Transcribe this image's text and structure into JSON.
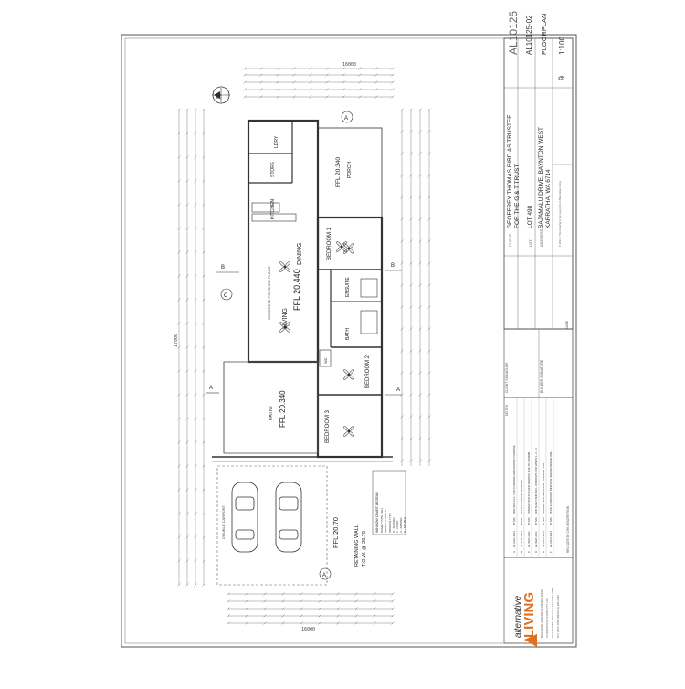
{
  "title_block": {
    "drawing_no": "AL10125",
    "client_label": "CLIENT",
    "client": [
      "GEOFFREY THOMAS BIRD AS TRUSTEE",
      "FOR THE G & T TRUST"
    ],
    "lot_label": "LOT",
    "lot": "LOT 498",
    "address_label": "ADDRESS",
    "address": [
      "BAJAMALU DRIVE, BAYNTON WEST",
      "KARRATHA, WA 6714"
    ],
    "job_no": "AL10125-02",
    "sheet_title": "FLOORPLAN",
    "scale": "1:100",
    "rev": "9",
    "client_signature_label": "CLIENT SIGNATURE",
    "builder_signature_label": "BUILDER SIGNATURE",
    "date_label": "DATE",
    "disclaimer": "© 2011 - This drawing is the copyright of Alternative Living",
    "notes_label": "NOTES"
  },
  "revisions": {
    "headers": [
      "REV",
      "DATE",
      "BY",
      "CHK",
      "DESCRIPTION"
    ],
    "rows": [
      [
        "A",
        "11-AUG-2011",
        "JP",
        "MA",
        "ADD NEW F.F.L. FOR PLANNING APPLICATION PURPOSE"
      ],
      [
        "B",
        "30-AUG-2011",
        "JP",
        "MA",
        "CLIENT GENERAL REVISION"
      ],
      [
        "C",
        "21-SEP-2011",
        "JP",
        "MA",
        "CORRECTION KITCHEN WINDOW SIZE TO 2000MM"
      ],
      [
        "D",
        "29-SEP-2011",
        "JP",
        "MA",
        "ADD SHEET AND INCL. WINDOWS FOR WINDS 1, 2 & 3"
      ],
      [
        "E",
        "05-NOV-2011",
        "JP",
        "MA",
        "CORRECTION BEDROOM 3 WINDOW SIZE"
      ],
      [
        "F",
        "23-NOV-2011",
        "JP",
        "MA",
        "PATIO & CARPORT REVISION, ADD RETAINING WALL"
      ]
    ]
  },
  "company": {
    "brand_top": "alternative",
    "brand_bottom": "LIVING",
    "details": [
      "BUILDERS LICENSE PLANNED 11568",
      "ALTERNATIVE LIVING PTY LTD",
      "TELEPHONE 9244 2211 FAX 9244 2255",
      "P.O. BOX 1050 MIDVALE WA 6936"
    ]
  },
  "rooms": {
    "living_dining": "FFL 20.440",
    "living": "LIVING",
    "dining": "DINING",
    "concrete_note": "CONCRETE POLISHED FLOOR",
    "kitchen": "KITCHEN",
    "store": "STORE",
    "ldry": "LDRY",
    "porch": "PORCH",
    "porch_ffl": "FFL 20.340",
    "bedroom1": "BEDROOM 1",
    "bedroom2": "BEDROOM 2",
    "bedroom3": "BEDROOM 3",
    "ensuite": "ENSUITE",
    "bath": "BATH",
    "wc": "WC",
    "patio": "PATIO",
    "patio_ffl": "FFL 20.340",
    "carport": "DOUBLE CARPORT",
    "carport_ffl": "FFL 20.70"
  },
  "labels": {
    "retaining_wall": [
      "RETAINING WALL",
      "T.O.W. @ 20.70"
    ],
    "window_legend_title": "WINDOW CHART LEGEND",
    "window_legend_lines": [
      "NAME / TYPE / SILL",
      "HEIGHT X WIDTH",
      "WINDOW TYPE",
      "S - SLIDING",
      "F - FIXED",
      "A - AWNING",
      "D - DOUBLE"
    ],
    "north": "N",
    "section_a": "A",
    "section_b": "B",
    "section_c": "C",
    "dims_top_total": "16000",
    "dims_side_total": "17000",
    "dims_bottom_total": "16000"
  }
}
